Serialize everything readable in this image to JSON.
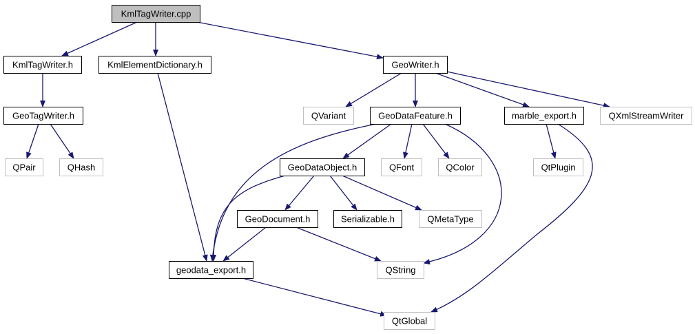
{
  "title": "KmlTagWriter.cpp include dependency graph",
  "colors": {
    "edge": "#191970",
    "root_fill": "#bfbfbf",
    "root_border": "#000000",
    "documented_border": "#000000",
    "external_border": "#bfbfbf",
    "node_fill": "#ffffff"
  },
  "nodes": [
    {
      "id": "kmltagwriter_cpp",
      "label": "KmlTagWriter.cpp",
      "kind": "root"
    },
    {
      "id": "kmltagwriter_h",
      "label": "KmlTagWriter.h",
      "kind": "documented"
    },
    {
      "id": "kmlelementdictionary_h",
      "label": "KmlElementDictionary.h",
      "kind": "documented"
    },
    {
      "id": "geowriter_h",
      "label": "GeoWriter.h",
      "kind": "documented"
    },
    {
      "id": "geotagwriter_h",
      "label": "GeoTagWriter.h",
      "kind": "documented"
    },
    {
      "id": "qpair",
      "label": "QPair",
      "kind": "external"
    },
    {
      "id": "qhash",
      "label": "QHash",
      "kind": "external"
    },
    {
      "id": "qvariant",
      "label": "QVariant",
      "kind": "external"
    },
    {
      "id": "geodatafeature_h",
      "label": "GeoDataFeature.h",
      "kind": "documented"
    },
    {
      "id": "marble_export_h",
      "label": "marble_export.h",
      "kind": "documented"
    },
    {
      "id": "qxmlstreamwriter",
      "label": "QXmlStreamWriter",
      "kind": "external"
    },
    {
      "id": "geodataobject_h",
      "label": "GeoDataObject.h",
      "kind": "documented"
    },
    {
      "id": "qfont",
      "label": "QFont",
      "kind": "external"
    },
    {
      "id": "qcolor",
      "label": "QColor",
      "kind": "external"
    },
    {
      "id": "qtplugin",
      "label": "QtPlugin",
      "kind": "external"
    },
    {
      "id": "geodocument_h",
      "label": "GeoDocument.h",
      "kind": "documented"
    },
    {
      "id": "serializable_h",
      "label": "Serializable.h",
      "kind": "documented"
    },
    {
      "id": "qmetatype",
      "label": "QMetaType",
      "kind": "external"
    },
    {
      "id": "geodata_export_h",
      "label": "geodata_export.h",
      "kind": "documented"
    },
    {
      "id": "qstring",
      "label": "QString",
      "kind": "external"
    },
    {
      "id": "qtglobal",
      "label": "QtGlobal",
      "kind": "external"
    }
  ],
  "edges": [
    {
      "from": "kmltagwriter_cpp",
      "to": "kmltagwriter_h"
    },
    {
      "from": "kmltagwriter_cpp",
      "to": "kmlelementdictionary_h"
    },
    {
      "from": "kmltagwriter_cpp",
      "to": "geowriter_h"
    },
    {
      "from": "kmltagwriter_h",
      "to": "geotagwriter_h"
    },
    {
      "from": "geotagwriter_h",
      "to": "qpair"
    },
    {
      "from": "geotagwriter_h",
      "to": "qhash"
    },
    {
      "from": "kmlelementdictionary_h",
      "to": "geodata_export_h"
    },
    {
      "from": "geowriter_h",
      "to": "qvariant"
    },
    {
      "from": "geowriter_h",
      "to": "geodatafeature_h"
    },
    {
      "from": "geowriter_h",
      "to": "marble_export_h"
    },
    {
      "from": "geowriter_h",
      "to": "qxmlstreamwriter"
    },
    {
      "from": "geodatafeature_h",
      "to": "geodata_export_h"
    },
    {
      "from": "geodatafeature_h",
      "to": "geodataobject_h"
    },
    {
      "from": "geodatafeature_h",
      "to": "qfont"
    },
    {
      "from": "geodatafeature_h",
      "to": "qcolor"
    },
    {
      "from": "geodatafeature_h",
      "to": "qstring"
    },
    {
      "from": "geodataobject_h",
      "to": "geodocument_h"
    },
    {
      "from": "geodataobject_h",
      "to": "serializable_h"
    },
    {
      "from": "geodataobject_h",
      "to": "qmetatype"
    },
    {
      "from": "geodataobject_h",
      "to": "geodata_export_h"
    },
    {
      "from": "geodocument_h",
      "to": "geodata_export_h"
    },
    {
      "from": "geodocument_h",
      "to": "qstring"
    },
    {
      "from": "marble_export_h",
      "to": "qtplugin"
    },
    {
      "from": "marble_export_h",
      "to": "qtglobal"
    },
    {
      "from": "geodata_export_h",
      "to": "qtglobal"
    }
  ]
}
